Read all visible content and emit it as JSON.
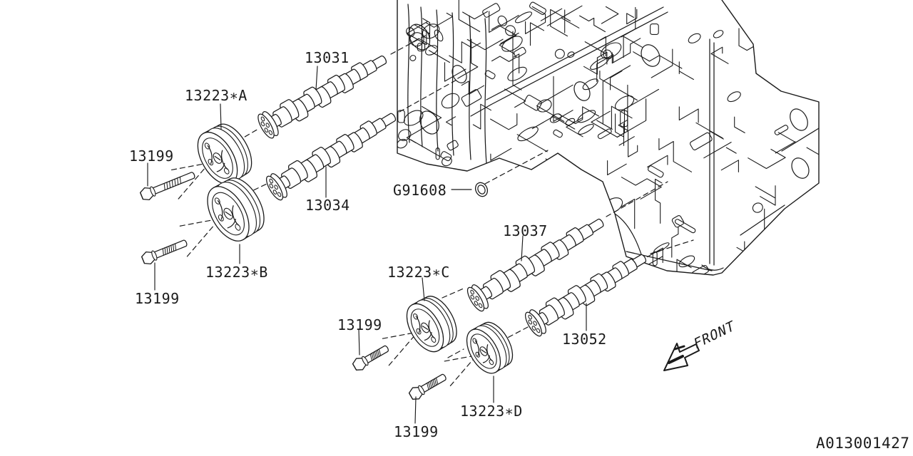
{
  "diagram": {
    "drawing_code": "A013001427",
    "front_label": "FRONT",
    "labels": {
      "cam_13031": "13031",
      "sprocket_a": "13223*A",
      "bolt_a": "13199",
      "cam_13034": "13034",
      "oring_g91608": "G91608",
      "cam_13037": "13037",
      "sprocket_b": "13223*B",
      "bolt_b": "13199",
      "sprocket_c": "13223*C",
      "bolt_c": "13199",
      "cam_13052": "13052",
      "sprocket_d": "13223*D",
      "bolt_d": "13199"
    },
    "colors": {
      "line": "#1a1a1a",
      "background": "#ffffff"
    }
  }
}
